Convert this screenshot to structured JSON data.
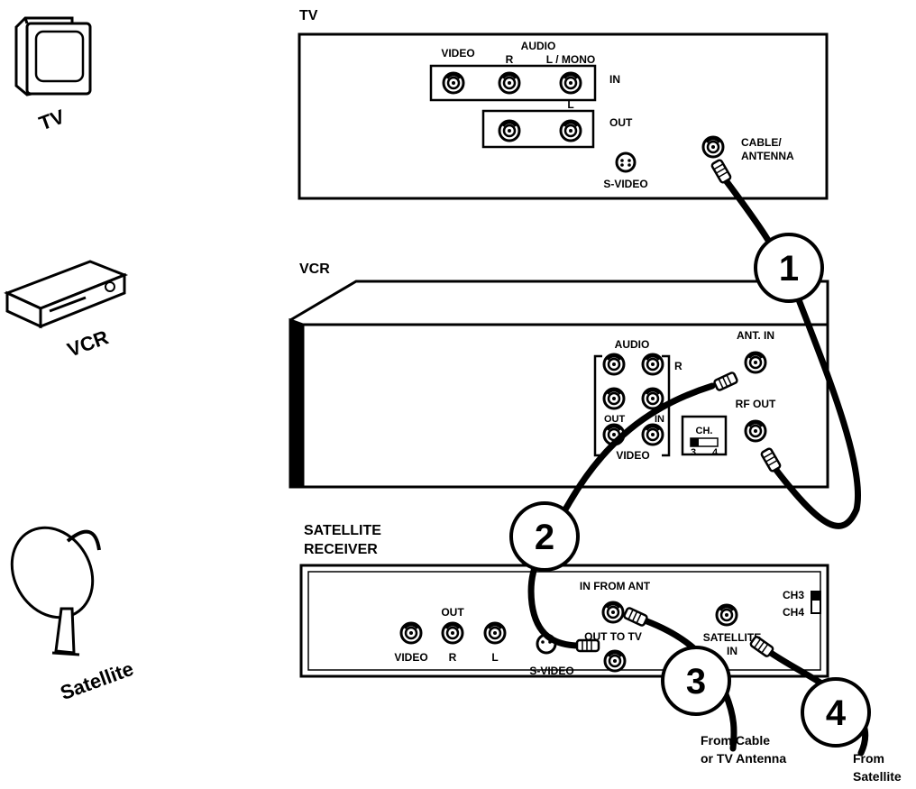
{
  "icons": {
    "tv_label": "TV",
    "vcr_label": "VCR",
    "satellite_label": "Satellite"
  },
  "tv_panel": {
    "title": "TV",
    "video": "VIDEO",
    "audio": "AUDIO",
    "r": "R",
    "l_mono": "L / MONO",
    "in": "IN",
    "l": "L",
    "out": "OUT",
    "s_video": "S-VIDEO",
    "cable_antenna_1": "CABLE/",
    "cable_antenna_2": "ANTENNA"
  },
  "vcr_panel": {
    "title": "VCR",
    "audio": "AUDIO",
    "r": "R",
    "out": "OUT",
    "in": "IN",
    "video": "VIDEO",
    "ant_in": "ANT. IN",
    "rf_out": "RF OUT",
    "ch": "CH.",
    "ch3": "3",
    "ch4": "4"
  },
  "satellite_panel": {
    "title_1": "SATELLITE",
    "title_2": "RECEIVER",
    "video": "VIDEO",
    "out": "OUT",
    "r": "R",
    "l": "L",
    "s_video": "S-VIDEO",
    "in_from_ant": "IN FROM ANT",
    "out_to_tv": "OUT TO TV",
    "satellite_in_1": "SATELLITE",
    "satellite_in_2": "IN",
    "ch3": "CH3",
    "ch4": "CH4"
  },
  "steps": [
    "1",
    "2",
    "3",
    "4"
  ],
  "sources": {
    "cable_1": "From Cable",
    "cable_2": "or TV Antenna",
    "sat_1": "From",
    "sat_2": "Satellite"
  }
}
